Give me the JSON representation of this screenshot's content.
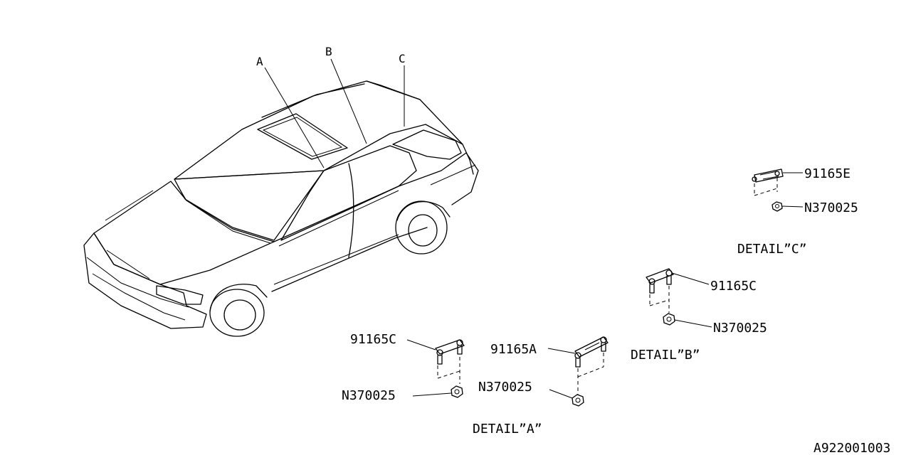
{
  "diagram": {
    "car_locations": {
      "a": "A",
      "b": "B",
      "c": "C"
    },
    "detail_a": {
      "title": "DETAIL”A”",
      "clip_left_label": "91165C",
      "nut_left_label": "N370025",
      "clip_right_label": "91165A",
      "nut_right_label": "N370025"
    },
    "detail_b": {
      "title": "DETAIL”B”",
      "clip_label": "91165C",
      "nut_label": "N370025"
    },
    "detail_c": {
      "title": "DETAIL”C”",
      "clip_label": "91165E",
      "nut_label": "N370025"
    },
    "drawing_number": "A922001003"
  }
}
